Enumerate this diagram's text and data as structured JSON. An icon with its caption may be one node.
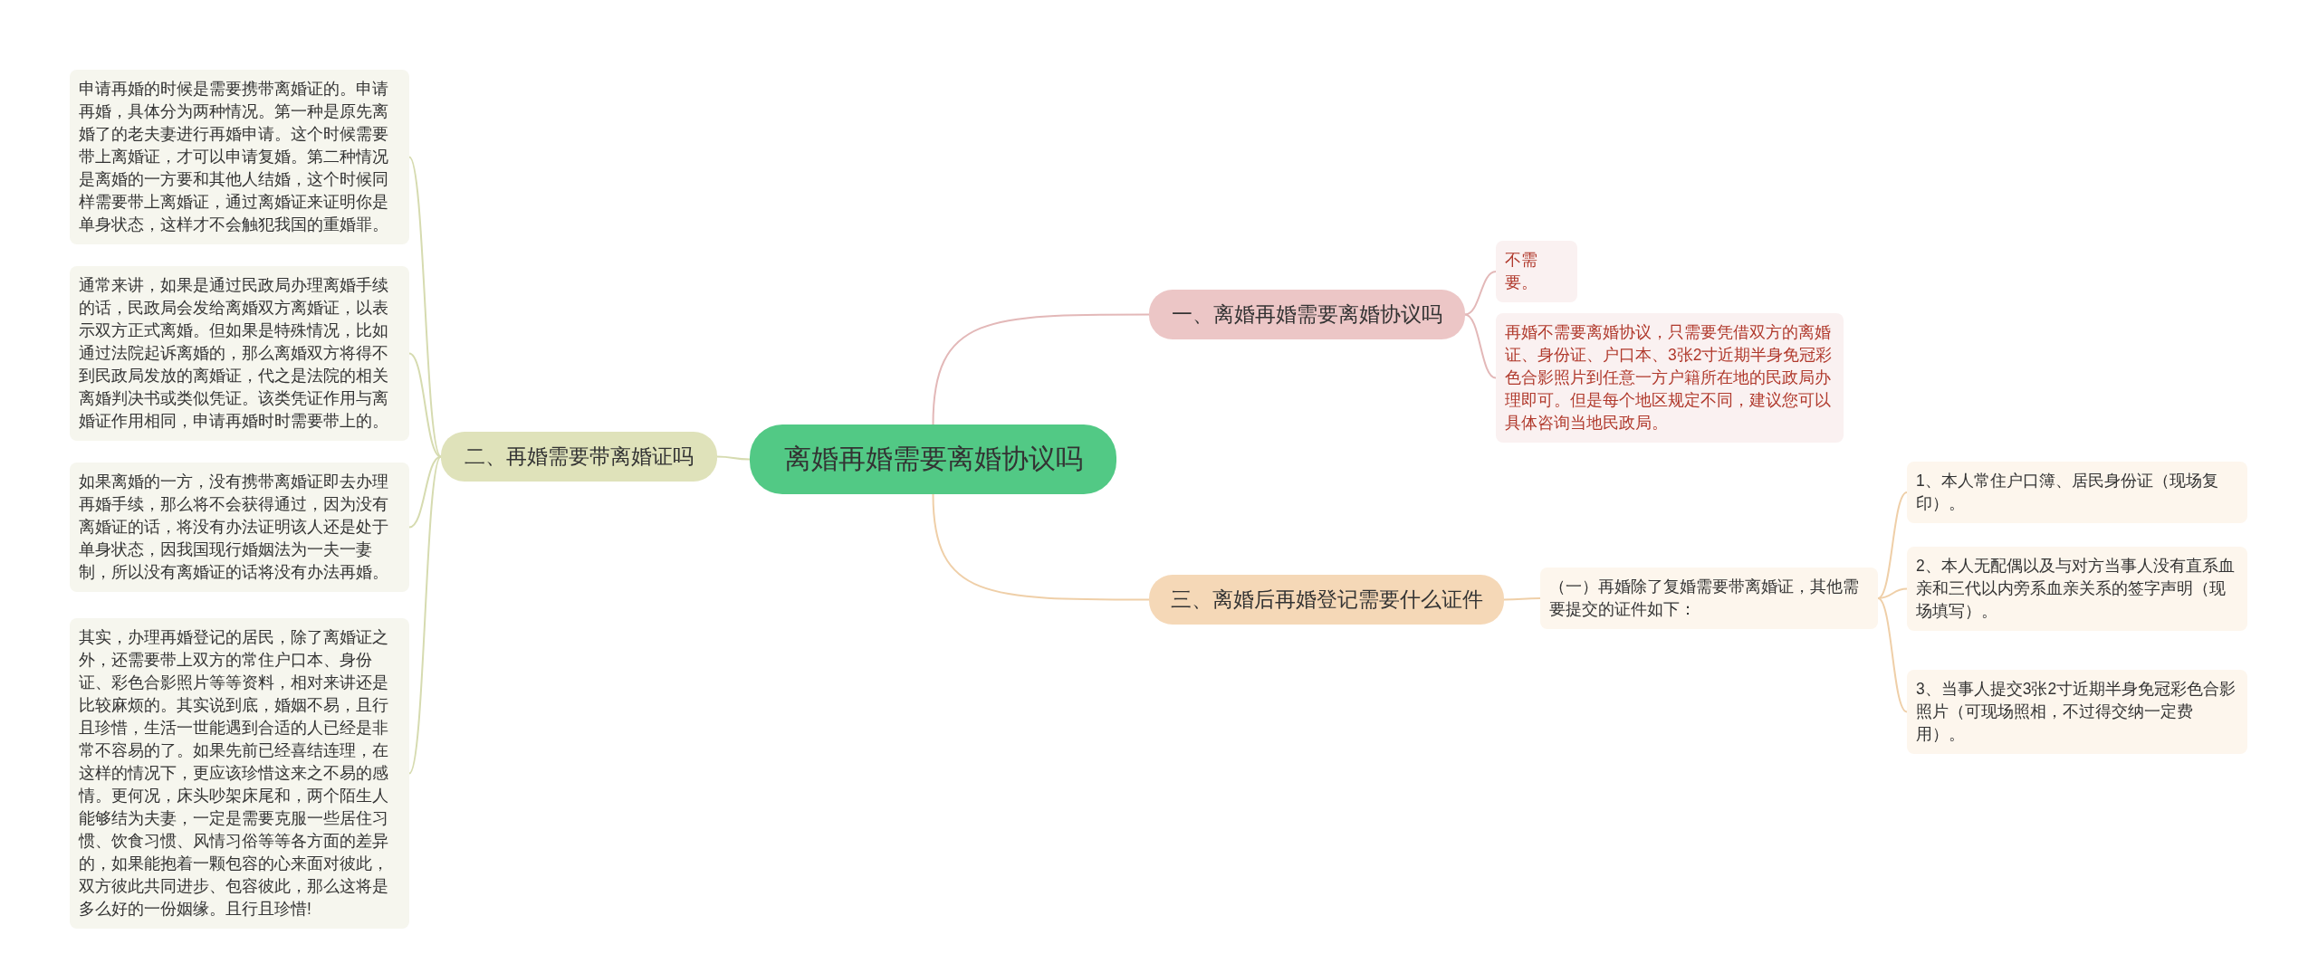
{
  "diagram": {
    "nodes": [
      {
        "text": [
          "离婚再婚需要离婚协议吗"
        ]
      },
      {
        "text": [
          "一、离婚再婚需要离婚协议吗"
        ]
      },
      {
        "text": [
          "不需要。"
        ]
      },
      {
        "text": [
          "再婚不需要离婚协议，只需要凭借双方的离婚证、身份证、户口本、3张2寸近期半身免冠彩色合影照片到任意一方户籍所在地的民政局办理即可。但是每个地区规定不同，建议您可以具体咨询当地民政局。"
        ]
      },
      {
        "text": [
          "二、再婚需要带离婚证吗"
        ]
      },
      {
        "text": [
          "申请再婚的时候是需要携带离婚证的。申请再婚，具体分为两种情况。第一种是原先离婚了的老夫妻进行再婚申请。这个时候需要带上离婚证，才可以申请复婚。第二种情况是离婚的一方要和其他人结婚，这个时候同样需要带上离婚证，通过离婚证来证明你是单身状态，这样才不会触犯我国的重婚罪。"
        ]
      },
      {
        "text": [
          "通常来讲，如果是通过民政局办理离婚手续的话，民政局会发给离婚双方离婚证，以表示双方正式离婚。但如果是特殊情况，比如通过法院起诉离婚的，那么离婚双方将得不到民政局发放的离婚证，代之是法院的相关离婚判决书或类似凭证。该类凭证作用与离婚证作用相同，申请再婚时时需要带上的。"
        ]
      },
      {
        "text": [
          "如果离婚的一方，没有携带离婚证即去办理再婚手续，那么将不会获得通过，因为没有离婚证的话，将没有办法证明该人还是处于单身状态，因我国现行婚姻法为一夫一妻制，所以没有离婚证的话将没有办法再婚。"
        ]
      },
      {
        "text": [
          "其实，办理再婚登记的居民，除了离婚证之外，还需要带上双方的常住户口本、身份证、彩色合影照片等等资料，相对来讲还是比较麻烦的。其实说到底，婚姻不易，且行且珍惜，生活一世能遇到合适的人已经是非常不容易的了。如果先前已经喜结连理，在这样的情况下，更应该珍惜这来之不易的感情。更何况，床头吵架床尾和，两个陌生人能够结为夫妻，一定是需要克服一些居住习惯、饮食习惯、风情习俗等等各方面的差异的，如果能抱着一颗包容的心来面对彼此，双方彼此共同进步、包容彼此，那么这将是多么好的一份姻缘。且行且珍惜!"
        ]
      },
      {
        "text": [
          "三、离婚后再婚登记需要什么证件"
        ]
      },
      {
        "text": [
          "（一）再婚除了复婚需要带离婚证，其他需要提交的证件如下："
        ]
      },
      {
        "text": [
          "1、本人常住户口簿、居民身份证（现场复印）。"
        ]
      },
      {
        "text": [
          "2、本人无配偶以及与对方当事人没有直系血亲和三代以内旁系血亲关系的签字声明（现场填写）。"
        ]
      },
      {
        "text": [
          "3、当事人提交3张2寸近期半身免冠彩色合影照片（可现场照相，不过得交纳一定费用）。"
        ]
      }
    ],
    "edges": [
      {
        "from": 0,
        "to": 1,
        "arrow": "none",
        "color": "#e3b8b8"
      },
      {
        "from": 1,
        "to": 2,
        "arrow": "none",
        "color": "#e3b8b8"
      },
      {
        "from": 1,
        "to": 3,
        "arrow": "none",
        "color": "#e3b8b8"
      },
      {
        "from": 0,
        "to": 4,
        "arrow": "none",
        "color": "#d6dbb0"
      },
      {
        "from": 4,
        "to": 5,
        "arrow": "none",
        "color": "#d6dbb0"
      },
      {
        "from": 4,
        "to": 6,
        "arrow": "none",
        "color": "#d6dbb0"
      },
      {
        "from": 4,
        "to": 7,
        "arrow": "none",
        "color": "#d6dbb0"
      },
      {
        "from": 4,
        "to": 8,
        "arrow": "none",
        "color": "#d6dbb0"
      },
      {
        "from": 0,
        "to": 9,
        "arrow": "none",
        "color": "#efcfa8"
      },
      {
        "from": 9,
        "to": 10,
        "arrow": "none",
        "color": "#efcfa8"
      },
      {
        "from": 10,
        "to": 11,
        "arrow": "none",
        "color": "#efcfa8"
      },
      {
        "from": 10,
        "to": 12,
        "arrow": "none",
        "color": "#efcfa8"
      },
      {
        "from": 10,
        "to": 13,
        "arrow": "none",
        "color": "#efcfa8"
      }
    ]
  }
}
